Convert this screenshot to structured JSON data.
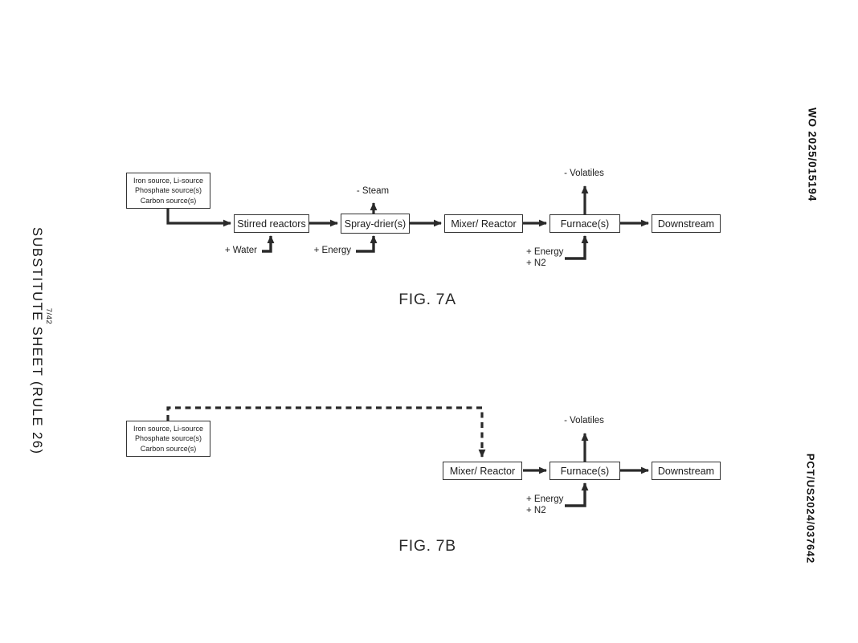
{
  "margins": {
    "substitute_sheet": "SUBSTITUTE SHEET (RULE 26)",
    "sheet_number": "7/42",
    "publication_number": "WO 2025/015194",
    "application_number": "PCT/US2024/037642"
  },
  "fig7a": {
    "caption": "FIG. 7A",
    "source_box": {
      "line1": "Iron source, Li-source",
      "line2": "Phosphate source(s)",
      "line3": "Carbon source(s)"
    },
    "boxes": {
      "stirred": "Stirred reactors",
      "spray": "Spray-drier(s)",
      "mixer": "Mixer/ Reactor",
      "furnace": "Furnace(s)",
      "downstream": "Downstream"
    },
    "labels": {
      "water": "+ Water",
      "energy_spray": "+ Energy",
      "steam": "- Steam",
      "volatiles": "- Volatiles",
      "energy_furnace": "+ Energy",
      "n2": "+ N2"
    }
  },
  "fig7b": {
    "caption": "FIG. 7B",
    "source_box": {
      "line1": "Iron source, Li-source",
      "line2": "Phosphate source(s)",
      "line3": "Carbon source(s)"
    },
    "boxes": {
      "mixer": "Mixer/ Reactor",
      "furnace": "Furnace(s)",
      "downstream": "Downstream"
    },
    "labels": {
      "volatiles": "- Volatiles",
      "energy_furnace": "+ Energy",
      "n2": "+ N2"
    }
  },
  "colors": {
    "ink": "#1c1c1c",
    "line": "#2a2a2a",
    "background": "#ffffff"
  }
}
